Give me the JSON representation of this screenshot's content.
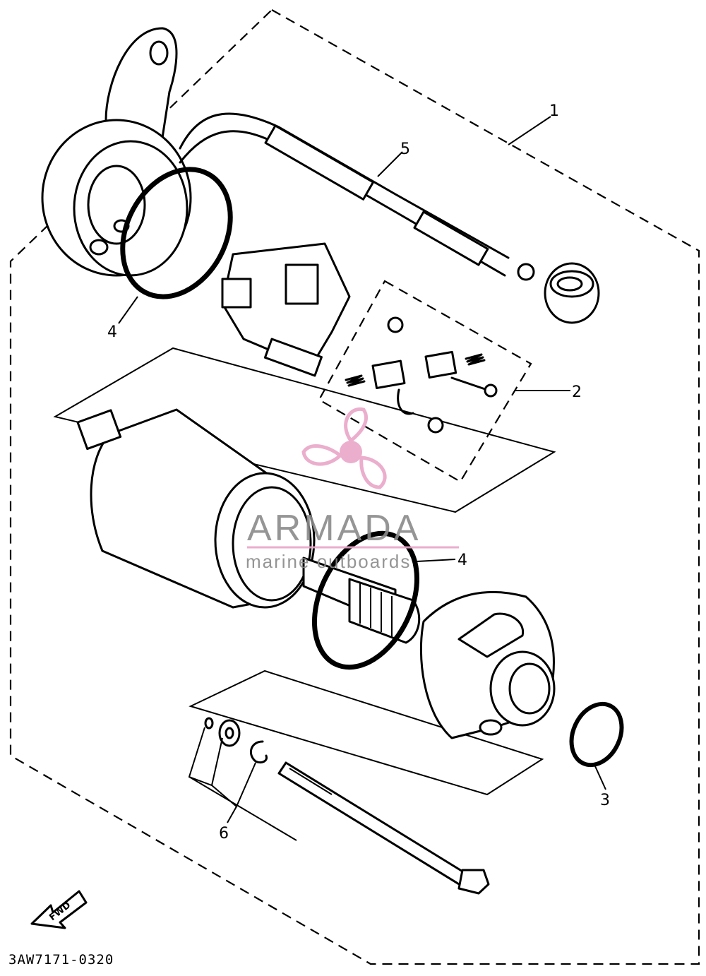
{
  "diagram": {
    "drawing_code": "3AW7171-0320",
    "direction_label": "FWD",
    "callouts": [
      {
        "id": "c1",
        "label": "1"
      },
      {
        "id": "c2",
        "label": "2"
      },
      {
        "id": "c3",
        "label": "3"
      },
      {
        "id": "c4a",
        "label": "4"
      },
      {
        "id": "c4b",
        "label": "4"
      },
      {
        "id": "c5",
        "label": "5"
      },
      {
        "id": "c6",
        "label": "6"
      }
    ]
  },
  "watermark": {
    "brand": "ARMADA",
    "tagline": "marine outboards",
    "accent_color": "#e9a6c8",
    "text_color": "#8a8a8a"
  }
}
